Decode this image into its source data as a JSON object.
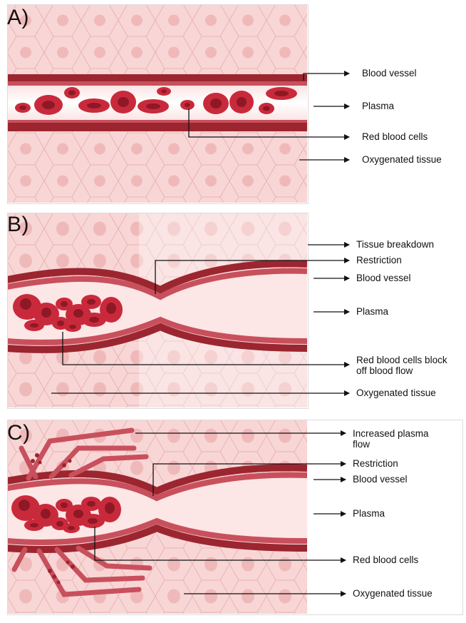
{
  "panels": {
    "a": {
      "tag": "A)",
      "labels": {
        "blood_vessel": "Blood vessel",
        "plasma": "Plasma",
        "red_blood_cells": "Red blood cells",
        "oxygenated_tissue": "Oxygenated tissue"
      }
    },
    "b": {
      "tag": "B)",
      "labels": {
        "tissue_breakdown": "Tissue breakdown",
        "restriction": "Restriction",
        "blood_vessel": "Blood vessel",
        "plasma": "Plasma",
        "red_blood_cells_line1": "Red blood cells block",
        "red_blood_cells_line2": "off blood flow",
        "oxygenated_tissue": "Oxygenated tissue"
      }
    },
    "c": {
      "tag": "C)",
      "labels": {
        "increased_plasma_line1": "Increased plasma",
        "increased_plasma_line2": "flow",
        "restriction": "Restriction",
        "blood_vessel": "Blood vessel",
        "plasma": "Plasma",
        "red_blood_cells": "Red blood cells",
        "oxygenated_tissue": "Oxygenated tissue"
      }
    }
  },
  "colors": {
    "tissue_bg": "#f8d6d6",
    "tissue_cell_fill": "#f3c0c0",
    "tissue_cell_stroke": "#e9b0b0",
    "vessel_wall_dark": "#9b2630",
    "vessel_wall_light": "#c8505c",
    "plasma": "#fde6e6",
    "rbc": "#c92a3b",
    "rbc_dark": "#8e1826",
    "breakdown_overlay": "#ffffff"
  }
}
